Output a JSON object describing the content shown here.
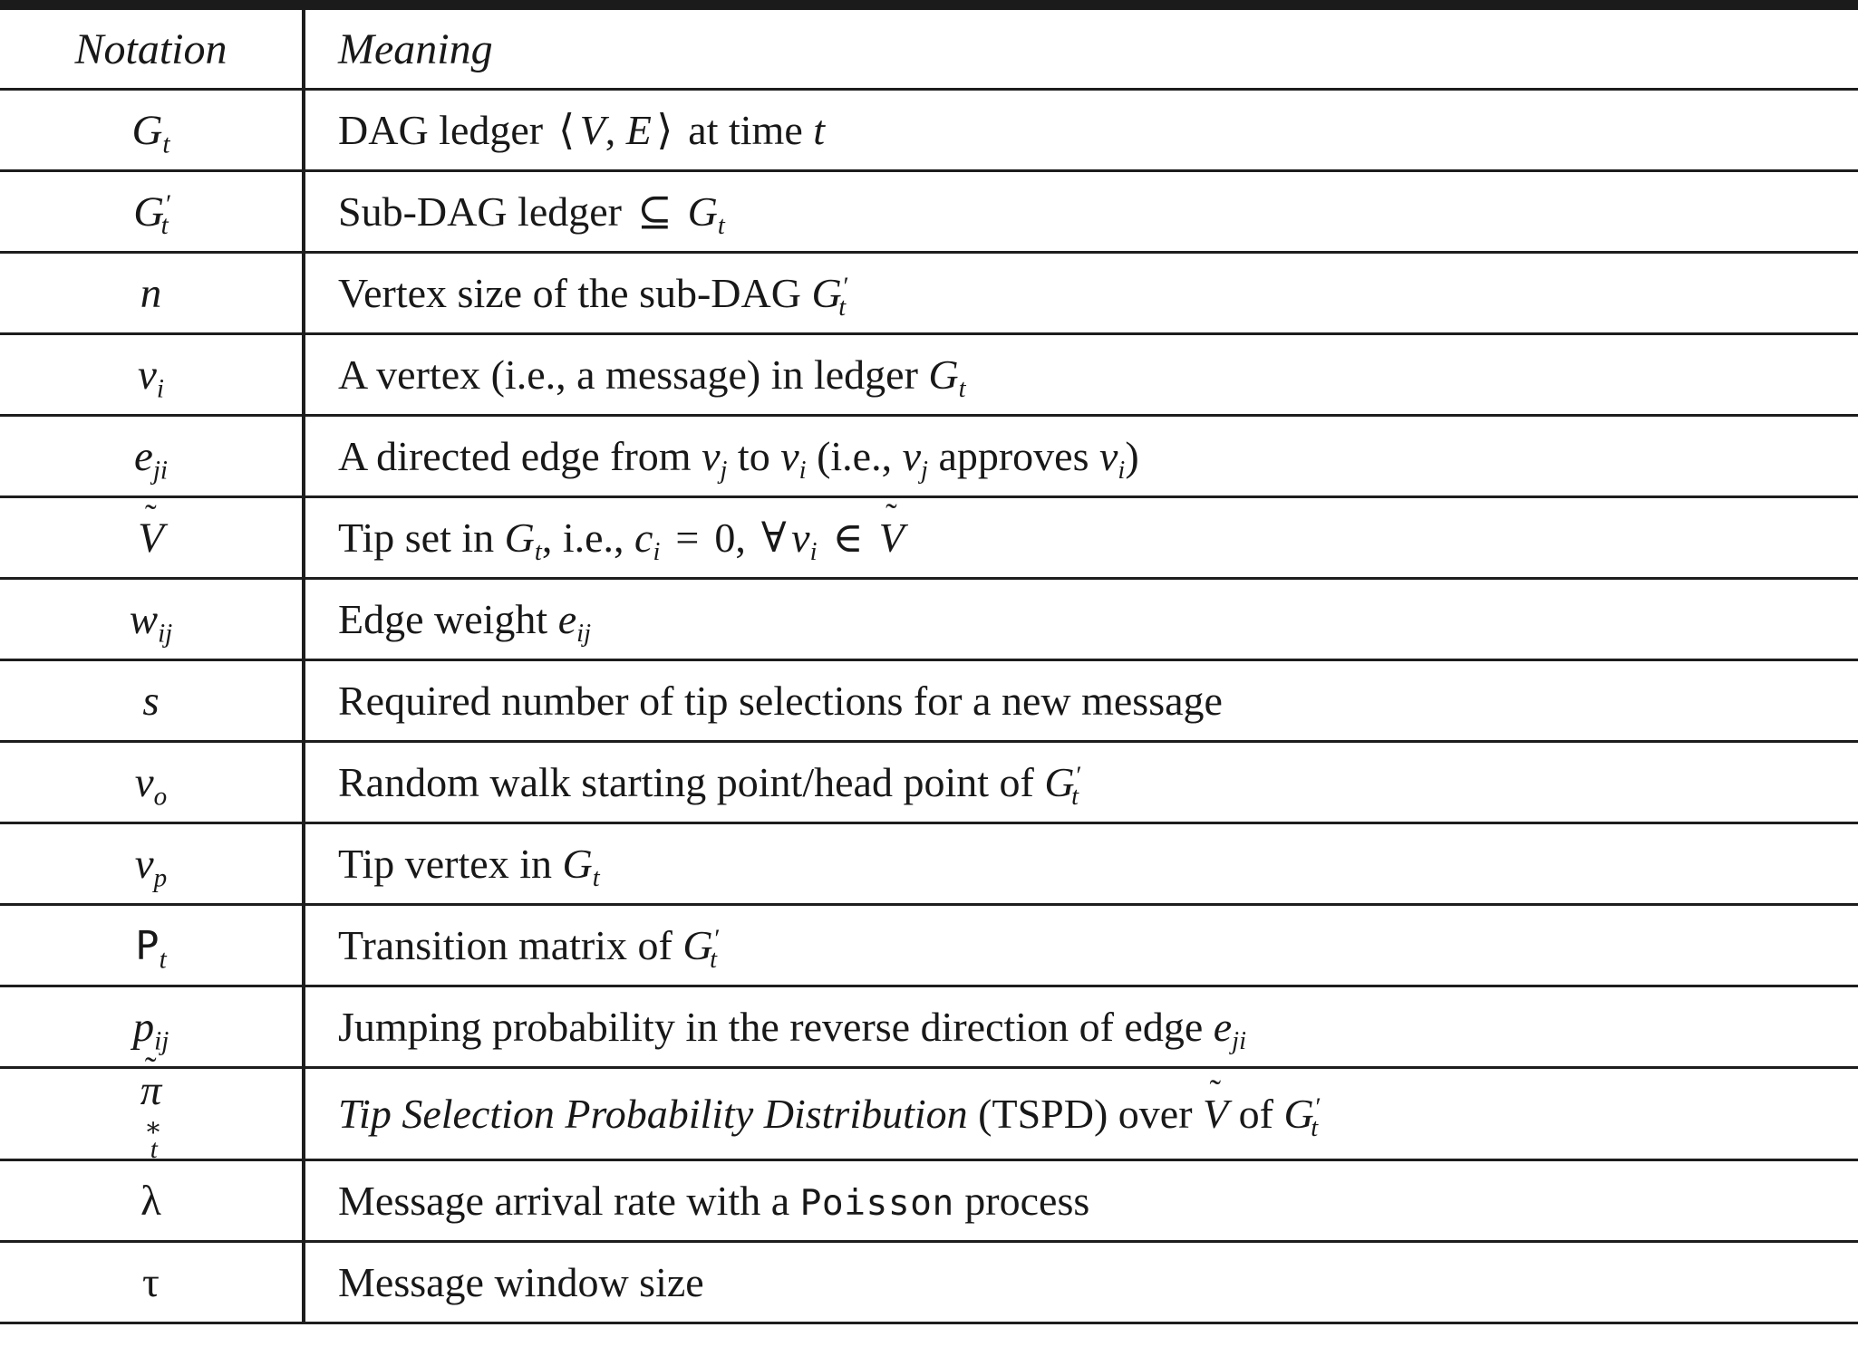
{
  "table": {
    "caption_present": false,
    "columns": [
      {
        "key": "notation",
        "header": "Notation"
      },
      {
        "key": "meaning",
        "header": "Meaning"
      }
    ],
    "rows": [
      {
        "notation_plain": "G_t",
        "meaning_plain": "DAG ledger ⟨V, E⟩ at time t"
      },
      {
        "notation_plain": "G'_t",
        "meaning_plain": "Sub-DAG ledger ⊆ G_t"
      },
      {
        "notation_plain": "n",
        "meaning_plain": "Vertex size of the sub-DAG G'_t"
      },
      {
        "notation_plain": "v_i",
        "meaning_plain": "A vertex (i.e., a message) in ledger G_t"
      },
      {
        "notation_plain": "e_ji",
        "meaning_plain": "A directed edge from v_j to v_i (i.e., v_j approves v_i)"
      },
      {
        "notation_plain": "Ṽ",
        "meaning_plain": "Tip set in G_t, i.e., c_i = 0, ∀v_i ∈ Ṽ"
      },
      {
        "notation_plain": "w_ij",
        "meaning_plain": "Edge weight e_ij"
      },
      {
        "notation_plain": "s",
        "meaning_plain": "Required number of tip selections for a new message"
      },
      {
        "notation_plain": "v_o",
        "meaning_plain": "Random walk starting point/head point of G'_t"
      },
      {
        "notation_plain": "v_p",
        "meaning_plain": "Tip vertex in G_t"
      },
      {
        "notation_plain": "P_t",
        "meaning_plain": "Transition matrix of G'_t"
      },
      {
        "notation_plain": "p_ij",
        "meaning_plain": "Jumping probability in the reverse direction of edge e_ji"
      },
      {
        "notation_plain": "π̃*_t",
        "meaning_plain": "Tip Selection Probability Distribution (TSPD) over Ṽ of G'_t"
      },
      {
        "notation_plain": "λ",
        "meaning_plain": "Message arrival rate with a Poisson process"
      },
      {
        "notation_plain": "τ",
        "meaning_plain": "Message window size"
      }
    ],
    "style": {
      "rule_color": "#1b1b1b",
      "text_color": "#181818",
      "background": "#ffffff",
      "emphasised_phrase": "Tip Selection Probability Distribution",
      "typewriter_word": "Poisson"
    }
  }
}
